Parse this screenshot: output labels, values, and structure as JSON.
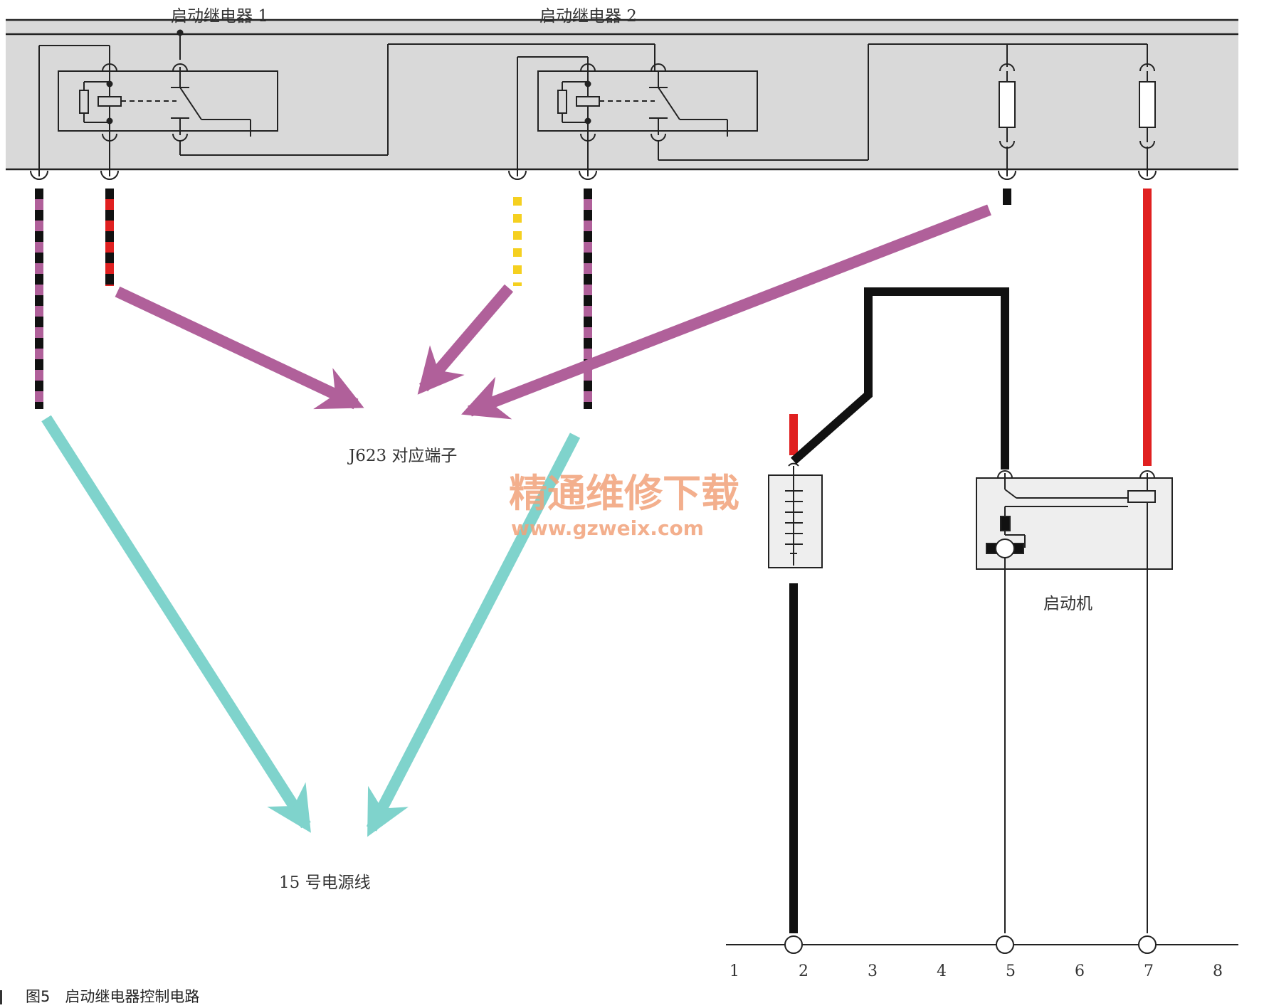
{
  "labels": {
    "relay1": "启动继电器 1",
    "relay2": "启动继电器 2",
    "j623": "J623 对应端子",
    "power15": "15 号电源线",
    "starter": "启动机"
  },
  "caption": "图5　启动继电器控制电路",
  "watermark": {
    "title": "精通维修下载",
    "url": "www.gzweix.com"
  },
  "ground_bus": {
    "ticks": [
      "1",
      "2",
      "3",
      "4",
      "5",
      "6",
      "7",
      "8"
    ]
  },
  "colors": {
    "panel": "#d9d9d9",
    "arrow_purple": "#b0609a",
    "arrow_cyan": "#7fd3cc",
    "wire_red": "#e02020",
    "wire_black": "#111111",
    "wire_yellow": "#f5d020",
    "wire_purple": "#b0609a",
    "watermark": "#f2a27a"
  }
}
